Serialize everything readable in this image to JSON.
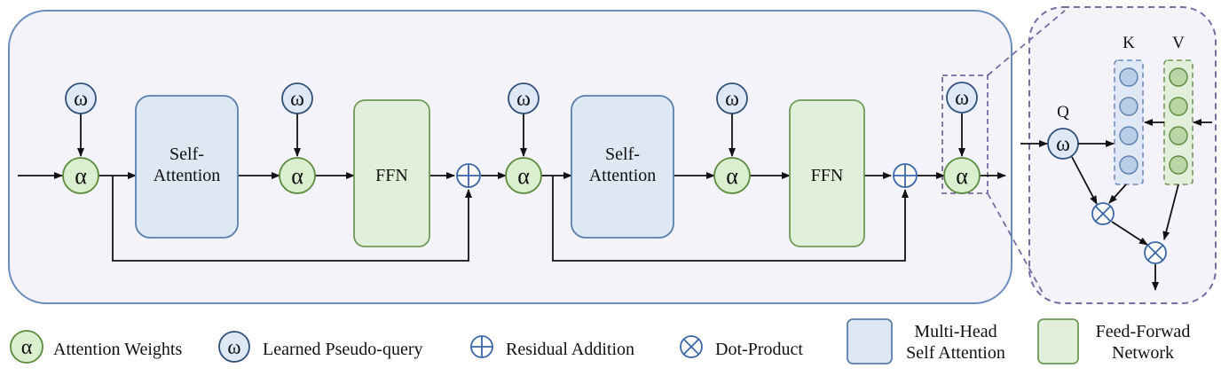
{
  "blocks": {
    "self_attention_1": "Self-\nAttention",
    "ffn_1": "FFN",
    "self_attention_2": "Self-\nAttention",
    "ffn_2": "FFN"
  },
  "symbols": {
    "alpha": "α",
    "omega": "ω"
  },
  "detail": {
    "q_label": "Q",
    "k_label": "K",
    "v_label": "V"
  },
  "legend": {
    "alpha_label": "Attention Weights",
    "omega_label": "Learned Pseudo-query",
    "residual_label": "Residual Addition",
    "dot_label": "Dot-Product",
    "mhsa_label": "Multi-Head\nSelf Attention",
    "ffn_label": "Feed-Forwad\nNetwork"
  },
  "colors": {
    "panel_fill": "#f3f3f9",
    "panel_stroke": "#6c8ebf",
    "sa_fill": "#dde8f2",
    "sa_stroke": "#5a7fae",
    "ffn_fill": "#e2efdb",
    "ffn_stroke": "#6f9a58",
    "alpha_fill": "#d9efcf",
    "alpha_stroke": "#5a8a3a",
    "omega_fill": "#dfe9f5",
    "omega_stroke": "#2e4f7a",
    "op_stroke": "#3a66a8",
    "dash_stroke": "#7b6aa3",
    "k_fill": "#b8cde6",
    "v_fill": "#b9d6a6"
  }
}
